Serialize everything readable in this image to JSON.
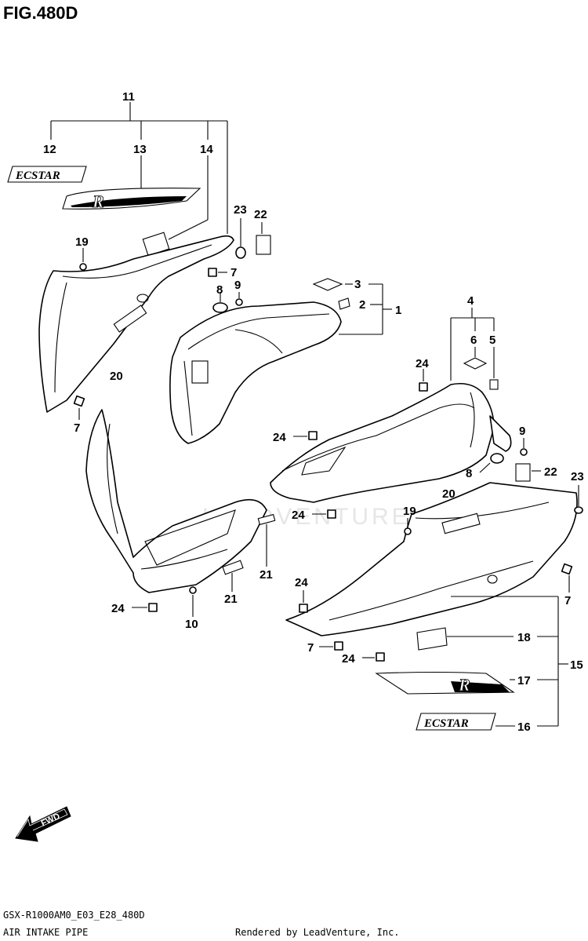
{
  "figure": {
    "title": "FIG.480D",
    "model_code": "GSX-R1000AM0_E03_E28_480D",
    "section_name": "AIR INTAKE PIPE",
    "credit": "Rendered by LeadVenture, Inc.",
    "watermark": "LEADVENTURE",
    "fwd_label": "FWD"
  },
  "callouts": {
    "c1": "1",
    "c2": "2",
    "c3": "3",
    "c4": "4",
    "c5": "5",
    "c6": "6",
    "c7a": "7",
    "c7b": "7",
    "c7c": "7",
    "c7d": "7",
    "c8a": "8",
    "c8b": "8",
    "c9a": "9",
    "c9b": "9",
    "c10": "10",
    "c11": "11",
    "c12": "12",
    "c13": "13",
    "c14": "14",
    "c15": "15",
    "c16": "16",
    "c17": "17",
    "c18": "18",
    "c19a": "19",
    "c19b": "19",
    "c20a": "20",
    "c20b": "20",
    "c21a": "21",
    "c21b": "21",
    "c22a": "22",
    "c22b": "22",
    "c23a": "23",
    "c23b": "23",
    "c24a": "24",
    "c24b": "24",
    "c24c": "24",
    "c24d": "24",
    "c24e": "24",
    "c24f": "24"
  },
  "decals": {
    "ecstar_upper": "ECSTAR",
    "ecstar_lower": "ECSTAR",
    "r_logo_upper": "R",
    "r_logo_lower": "R"
  },
  "icons": {
    "fwd_arrow": "fwd-arrow-icon"
  }
}
